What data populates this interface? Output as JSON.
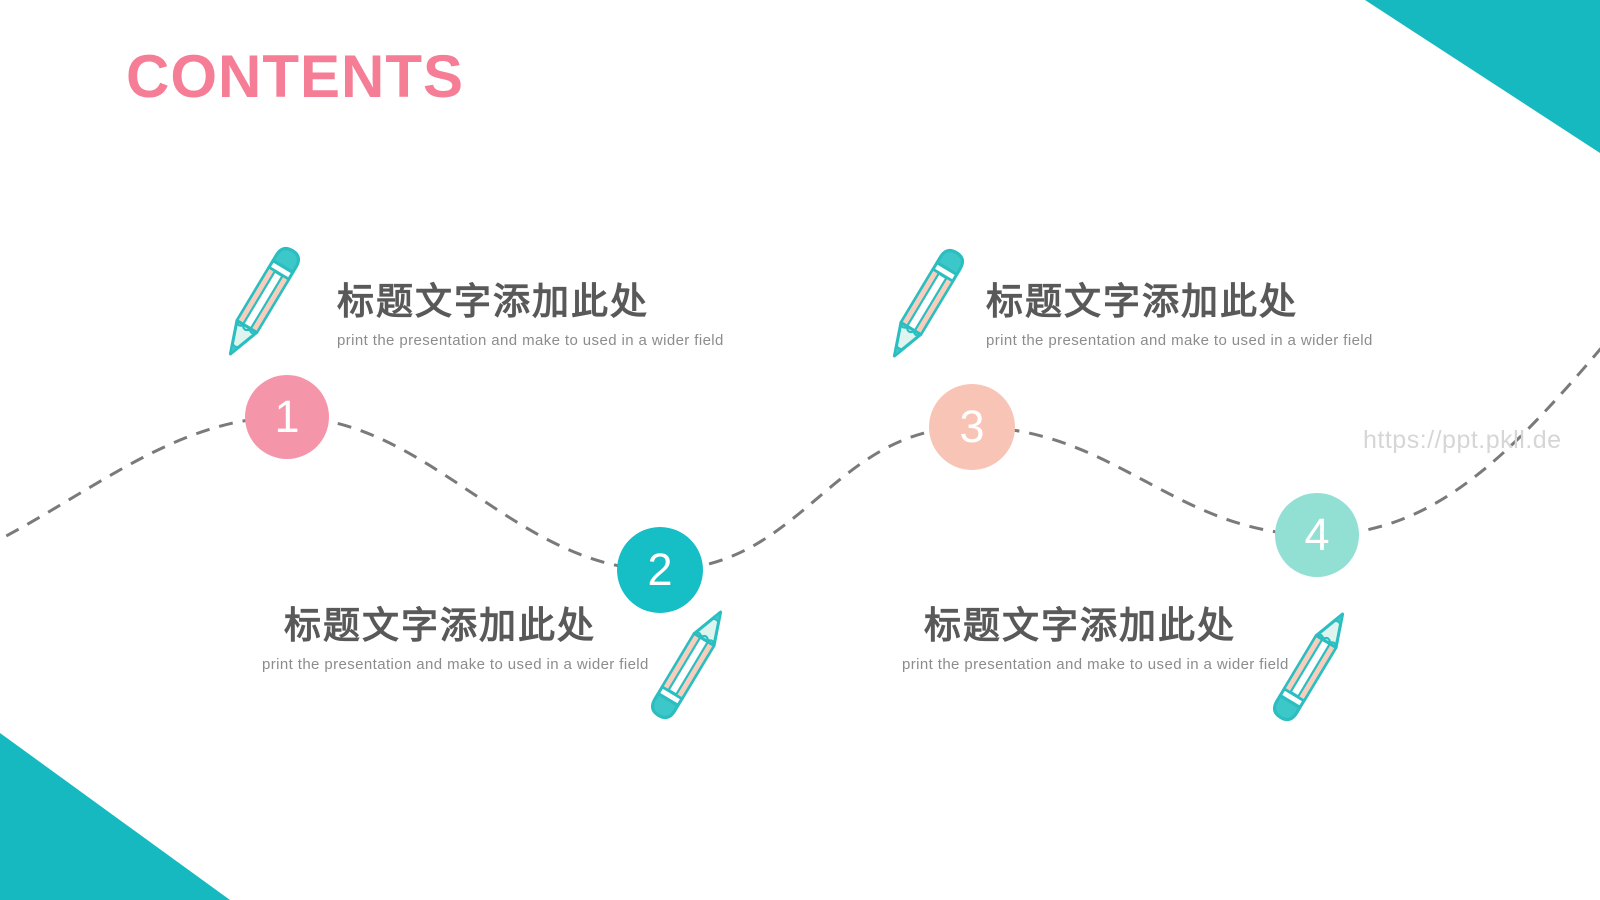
{
  "slide": {
    "title": "CONTENTS",
    "watermark": "https://ppt.pkll.de",
    "colors": {
      "title_pink": "#f57d96",
      "corner_teal": "#15b9bf",
      "dashed_line": "#7a7a7a",
      "item_title_gray": "#595959",
      "item_subtitle_gray": "#8c8c8c",
      "watermark_gray": "#d6d6d6"
    },
    "items": [
      {
        "number": "1",
        "title": "标题文字添加此处",
        "subtitle": "print the presentation and make to used in a wider field",
        "circle_color": "#f595a9"
      },
      {
        "number": "2",
        "title": "标题文字添加此处",
        "subtitle": "print the presentation and make to used in a wider field",
        "circle_color": "#16bec5"
      },
      {
        "number": "3",
        "title": "标题文字添加此处",
        "subtitle": "print the presentation and make to used in a wider field",
        "circle_color": "#f8c4b6"
      },
      {
        "number": "4",
        "title": "标题文字添加此处",
        "subtitle": "print the presentation and make to used in a wider field",
        "circle_color": "#92dfd4"
      }
    ]
  }
}
